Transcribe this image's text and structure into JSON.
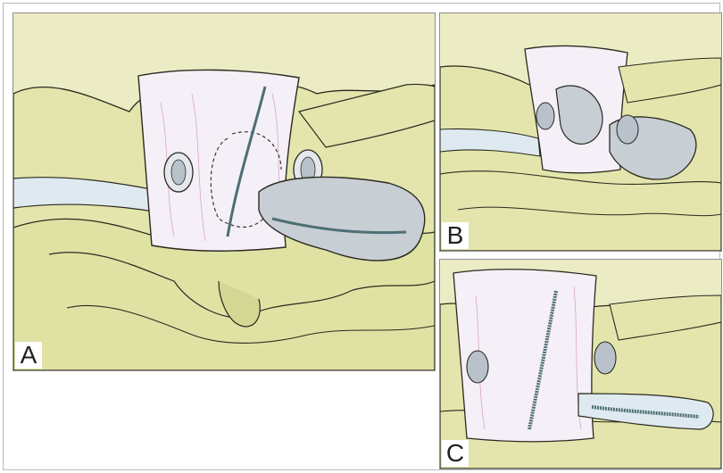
{
  "figure": {
    "panels": [
      {
        "id": "A",
        "label": "A"
      },
      {
        "id": "B",
        "label": "B"
      },
      {
        "id": "C",
        "label": "C"
      }
    ]
  },
  "colors": {
    "bone": "#e6e8b2",
    "bone_shadow": "#c9cc8a",
    "dura": "#f4eef6",
    "graft": "#c9d0d6",
    "suture": "#4d6f74",
    "outline": "#2a2a20",
    "background_sky": "#eaeac2"
  }
}
